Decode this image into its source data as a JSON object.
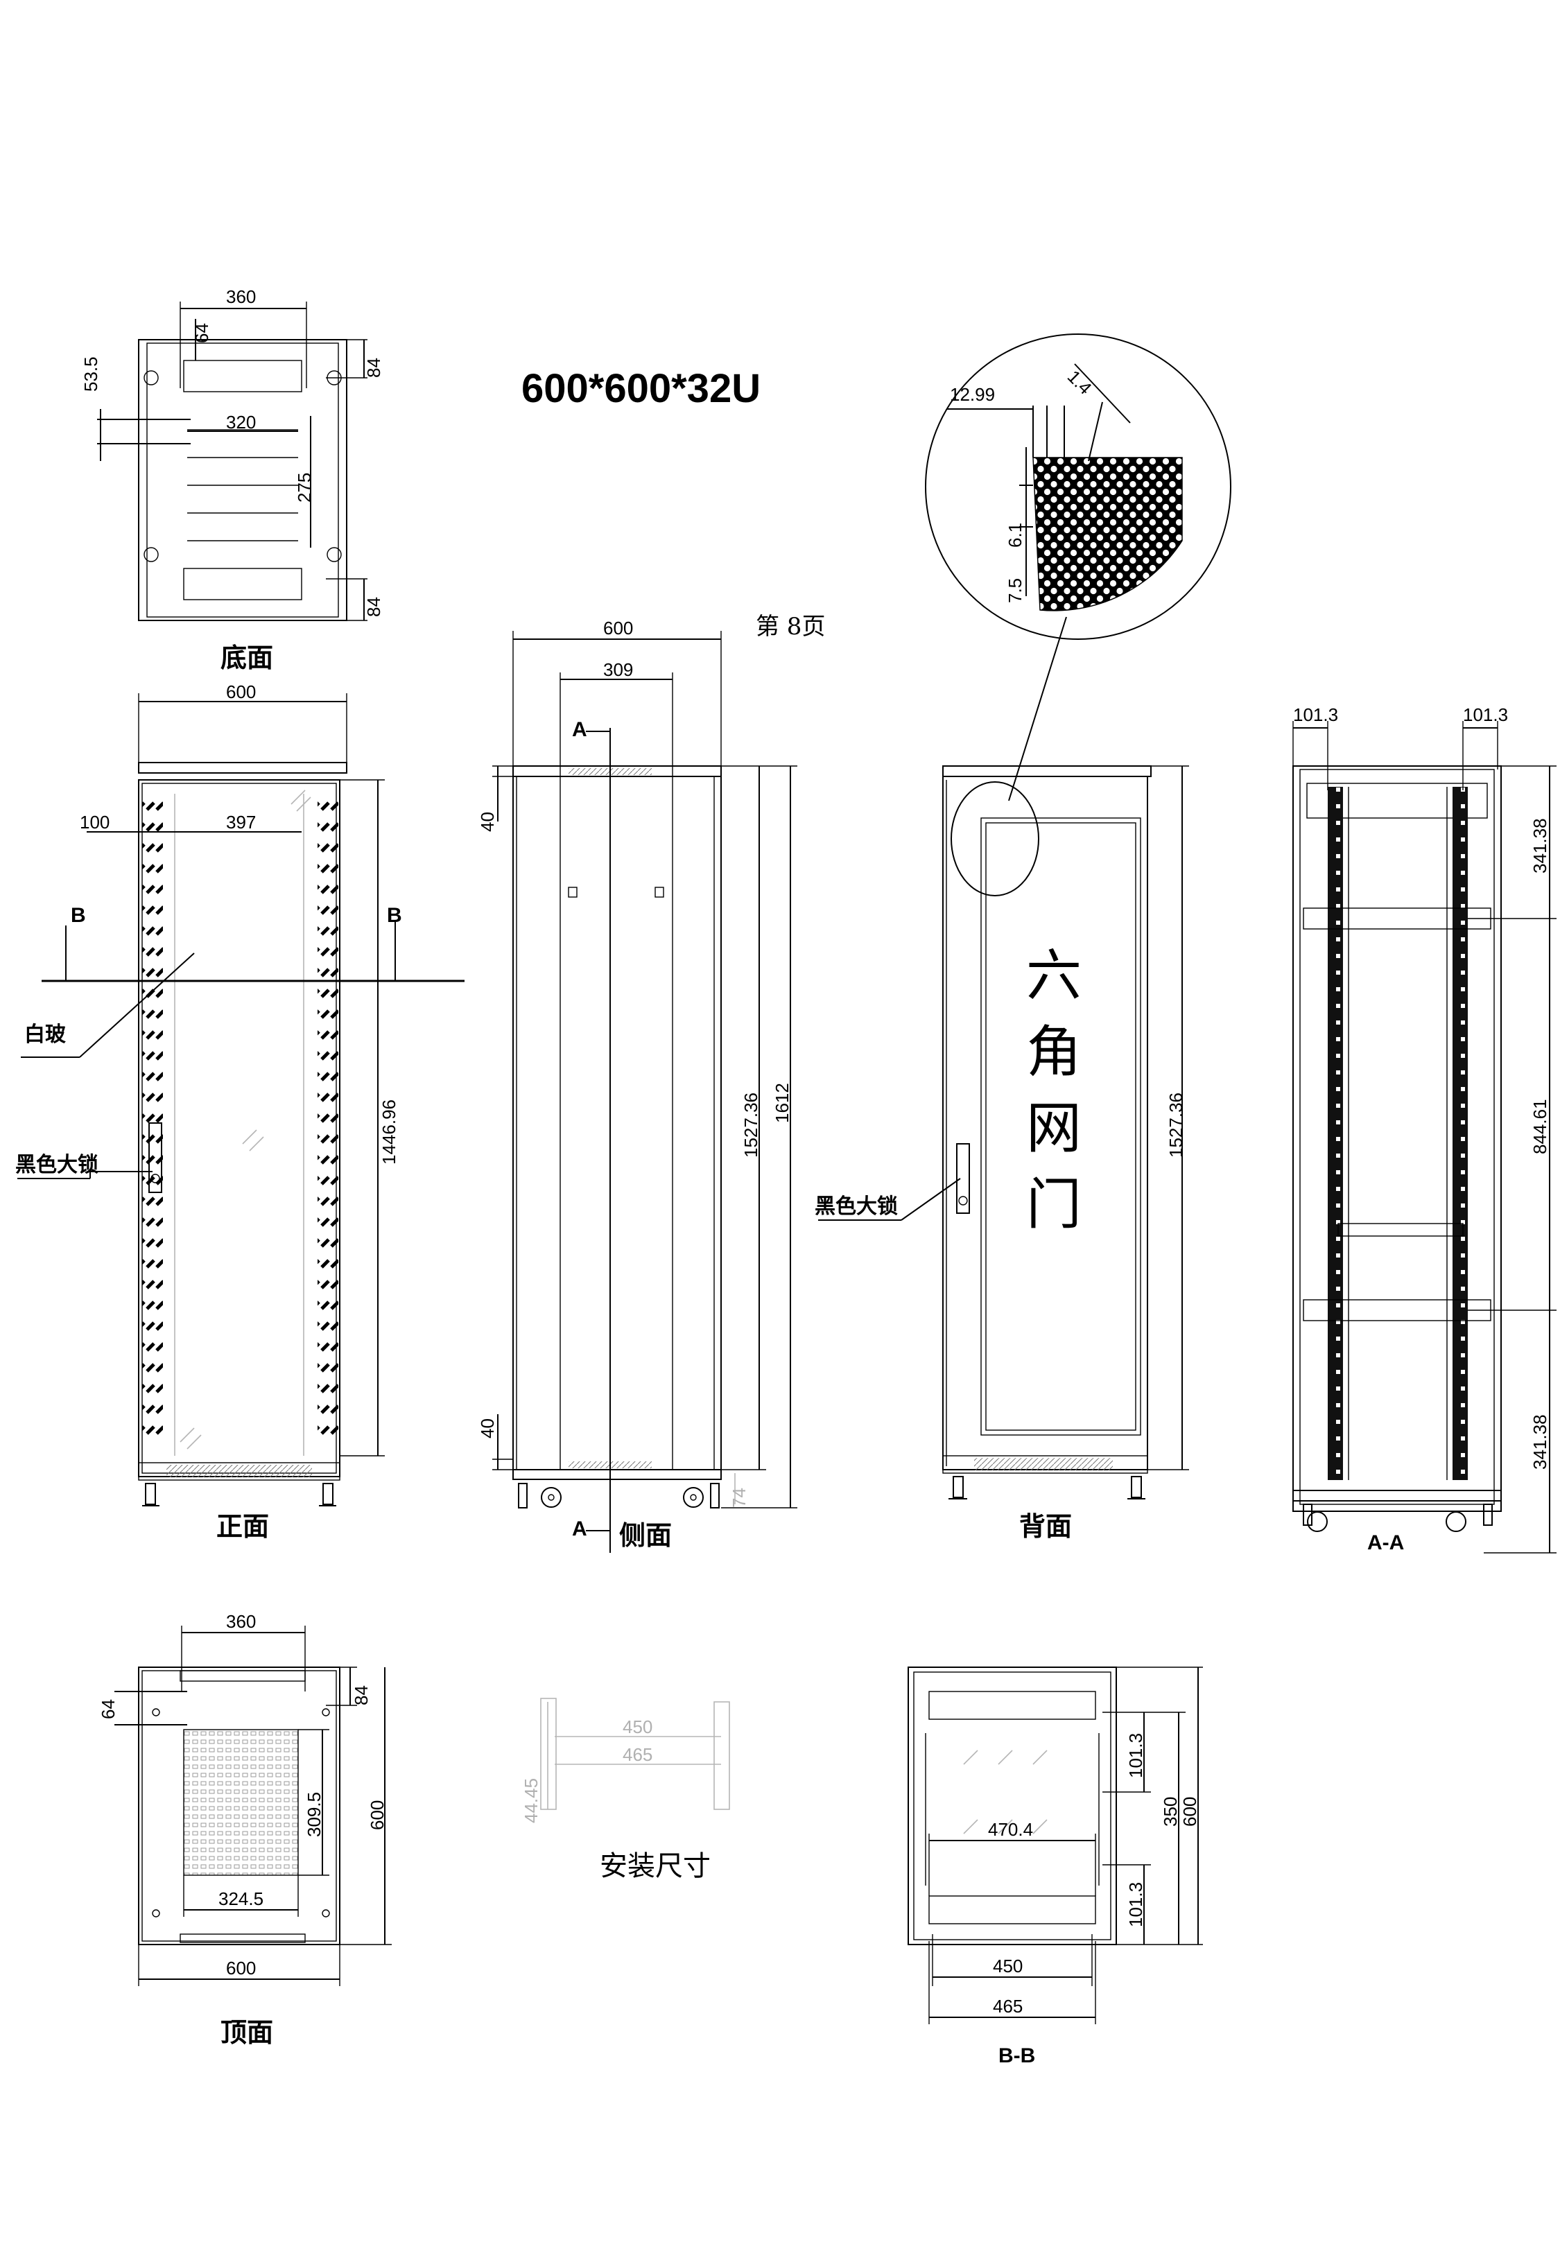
{
  "title": "600*600*32U",
  "page_label": "第 8页",
  "install_label": "安装尺寸",
  "door_text": [
    "六",
    "角",
    "网",
    "门"
  ],
  "views": {
    "bottom": {
      "label": "底面",
      "dims": [
        "360",
        "64",
        "53.5",
        "84",
        "320",
        "275",
        "84"
      ]
    },
    "front": {
      "label": "正面",
      "dims": [
        "600",
        "100",
        "397",
        "1446.96"
      ],
      "section_mark": "B",
      "glass_label": "白玻",
      "lock_label": "黑色大锁"
    },
    "side": {
      "label": "侧面",
      "dims": [
        "600",
        "309",
        "40",
        "1527.36",
        "1612",
        "40",
        "74"
      ],
      "section_mark": "A"
    },
    "rear": {
      "label": "背面",
      "dims": [
        "1527.36"
      ],
      "lock_label": "黑色大锁"
    },
    "section_aa": {
      "label": "A-A",
      "dims": [
        "101.3",
        "101.3",
        "341.38",
        "844.61",
        "341.38"
      ]
    },
    "top": {
      "label": "顶面",
      "dims": [
        "360",
        "64",
        "84",
        "309.5",
        "600",
        "324.5",
        "600"
      ]
    },
    "install": {
      "dims": [
        "450",
        "465",
        "44.45"
      ]
    },
    "section_bb": {
      "label": "B-B",
      "dims": [
        "101.3",
        "350",
        "600",
        "470.4",
        "101.3",
        "450",
        "465"
      ]
    },
    "detail": {
      "dims": [
        "12.99",
        "1.4",
        "6.1",
        "7.5"
      ]
    }
  }
}
